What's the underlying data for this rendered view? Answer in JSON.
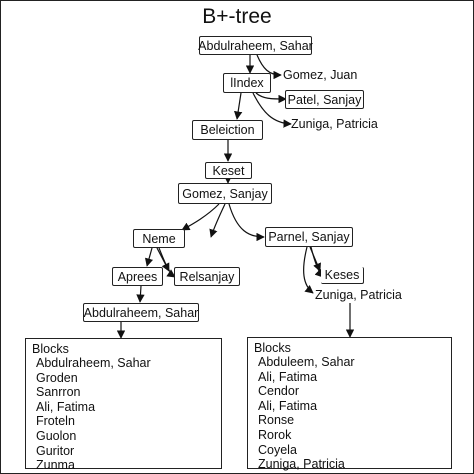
{
  "title": "B+-tree",
  "nodes": {
    "root": "Abdulraheem, Sahar",
    "index": "lIndex",
    "patel": "Patel, Sanjay",
    "beleiction": "Beleiction",
    "keset": "Keset",
    "gomez": "Gomez, Sanjay",
    "neme": "Neme",
    "parnel": "Parnel, Sanjay",
    "keses": "Keses",
    "aprees": "Aprees",
    "relsanjay": "Relsanjay",
    "abdul2": "Abdulraheem, Sahar"
  },
  "labels": {
    "gomez_juan": "Gomez, Juan",
    "zuniga1": "Zuniga, Patricia",
    "zuniga2": "Zuniga, Patricia"
  },
  "left_block": {
    "title": "Blocks",
    "items": [
      "Abdulraheem, Sahar",
      "Groden",
      "Sanrron",
      "Ali, Fatima",
      "Froteln",
      "Guolon",
      "Guritor",
      "Zunma"
    ]
  },
  "right_block": {
    "title": "Blocks",
    "items": [
      "Abduleem, Sahar",
      "Ali, Fatima",
      "Cendor",
      "Ali, Fatima",
      "Ronse",
      "Rorok",
      "Coyela",
      "Zuniga, Patricia"
    ]
  }
}
